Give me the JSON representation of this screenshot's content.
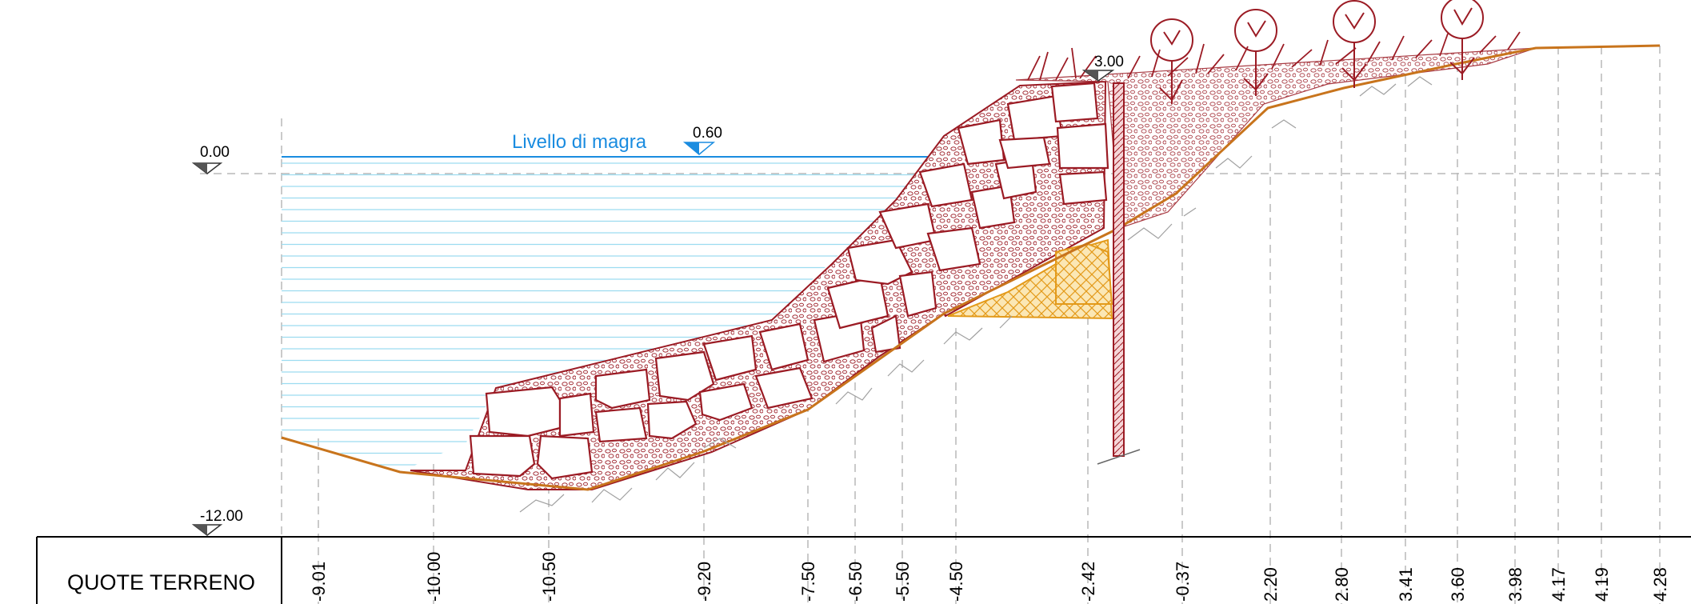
{
  "water_label": "Livello di magra",
  "elevations": {
    "reference": "0.00",
    "water": "0.60",
    "top": "3.00",
    "bottom": "-12.00"
  },
  "table": {
    "row_label": "QUOTE TERRENO",
    "values": [
      "-9.01",
      "-10.00",
      "-10.50",
      "-9.20",
      "-7.50",
      "-6.50",
      "-5.50",
      "-4.50",
      "-2.42",
      "-0.37",
      "2.20",
      "2.80",
      "3.41",
      "3.60",
      "3.98",
      "4.17",
      "4.19",
      "4.28"
    ]
  },
  "colors": {
    "water": "#1a8ce0",
    "water_hatch": "#9cdcf0",
    "riprap": "#9b1b24",
    "terrain": "#c8741c",
    "fill_hatch": "#e8a020",
    "fill_bg": "#fbe7b5",
    "grid": "#b8b8b8",
    "vegetation": "#9b1b24"
  }
}
